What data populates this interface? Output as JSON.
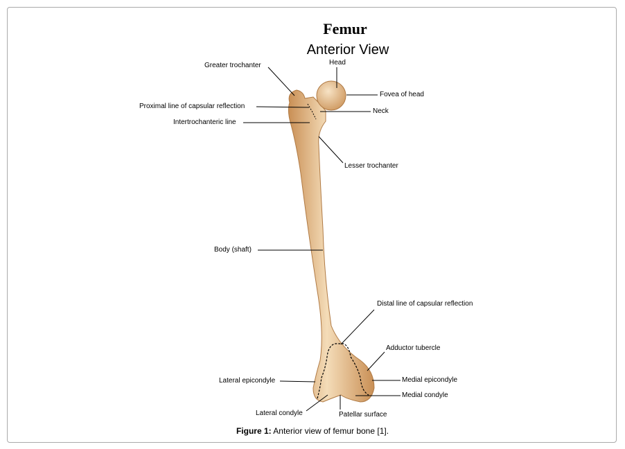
{
  "title": "Femur",
  "subtitle": "Anterior View",
  "labels": {
    "greater_trochanter": "Greater trochanter",
    "head": "Head",
    "fovea_of_head": "Fovea of head",
    "proximal_line": "Proximal line of capsular reflection",
    "neck": "Neck",
    "intertrochanteric_line": "Intertrochanteric line",
    "lesser_trochanter": "Lesser trochanter",
    "body_shaft": "Body (shaft)",
    "distal_line": "Distal line of capsular reflection",
    "adductor_tubercle": "Adductor tubercle",
    "lateral_epicondyle": "Lateral epicondyle",
    "medial_epicondyle": "Medial epicondyle",
    "lateral_condyle": "Lateral condyle",
    "medial_condyle": "Medial condyle",
    "patellar_surface": "Patellar surface"
  },
  "caption": {
    "prefix": "Figure 1:",
    "text": " Anterior view of femur bone [1]."
  },
  "colors": {
    "bone": "#e9c596",
    "bone_shade": "#c98f55"
  }
}
